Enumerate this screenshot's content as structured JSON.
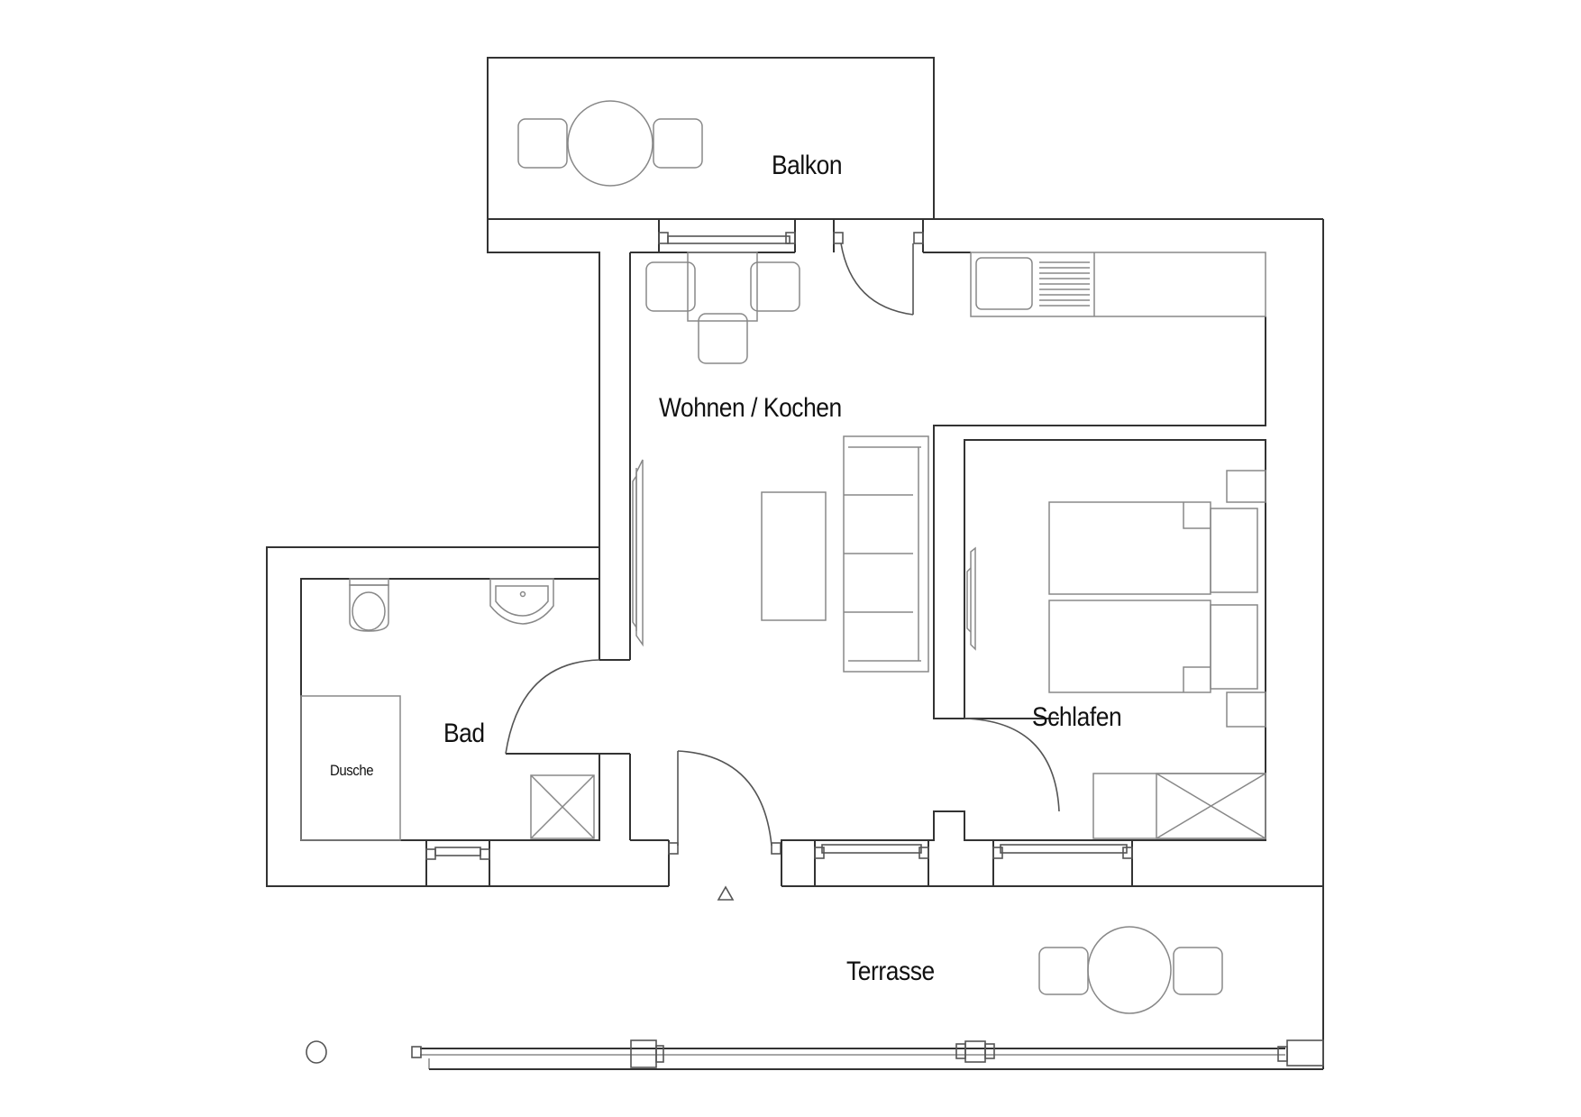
{
  "plan": {
    "rooms": [
      {
        "id": "balkon",
        "label": "Balkon"
      },
      {
        "id": "wohnen",
        "label": "Wohnen / Kochen"
      },
      {
        "id": "bad",
        "label": "Bad"
      },
      {
        "id": "dusche",
        "label": "Dusche"
      },
      {
        "id": "schlafen",
        "label": "Schlafen"
      },
      {
        "id": "terrasse",
        "label": "Terrasse"
      }
    ],
    "symbols": {
      "entrance": "entrance-triangle-icon",
      "tree": "circle-marker-icon"
    },
    "colors": {
      "background": "#ffffff",
      "walls": "#333333",
      "furniture": "#888888",
      "text": "#111111"
    }
  }
}
